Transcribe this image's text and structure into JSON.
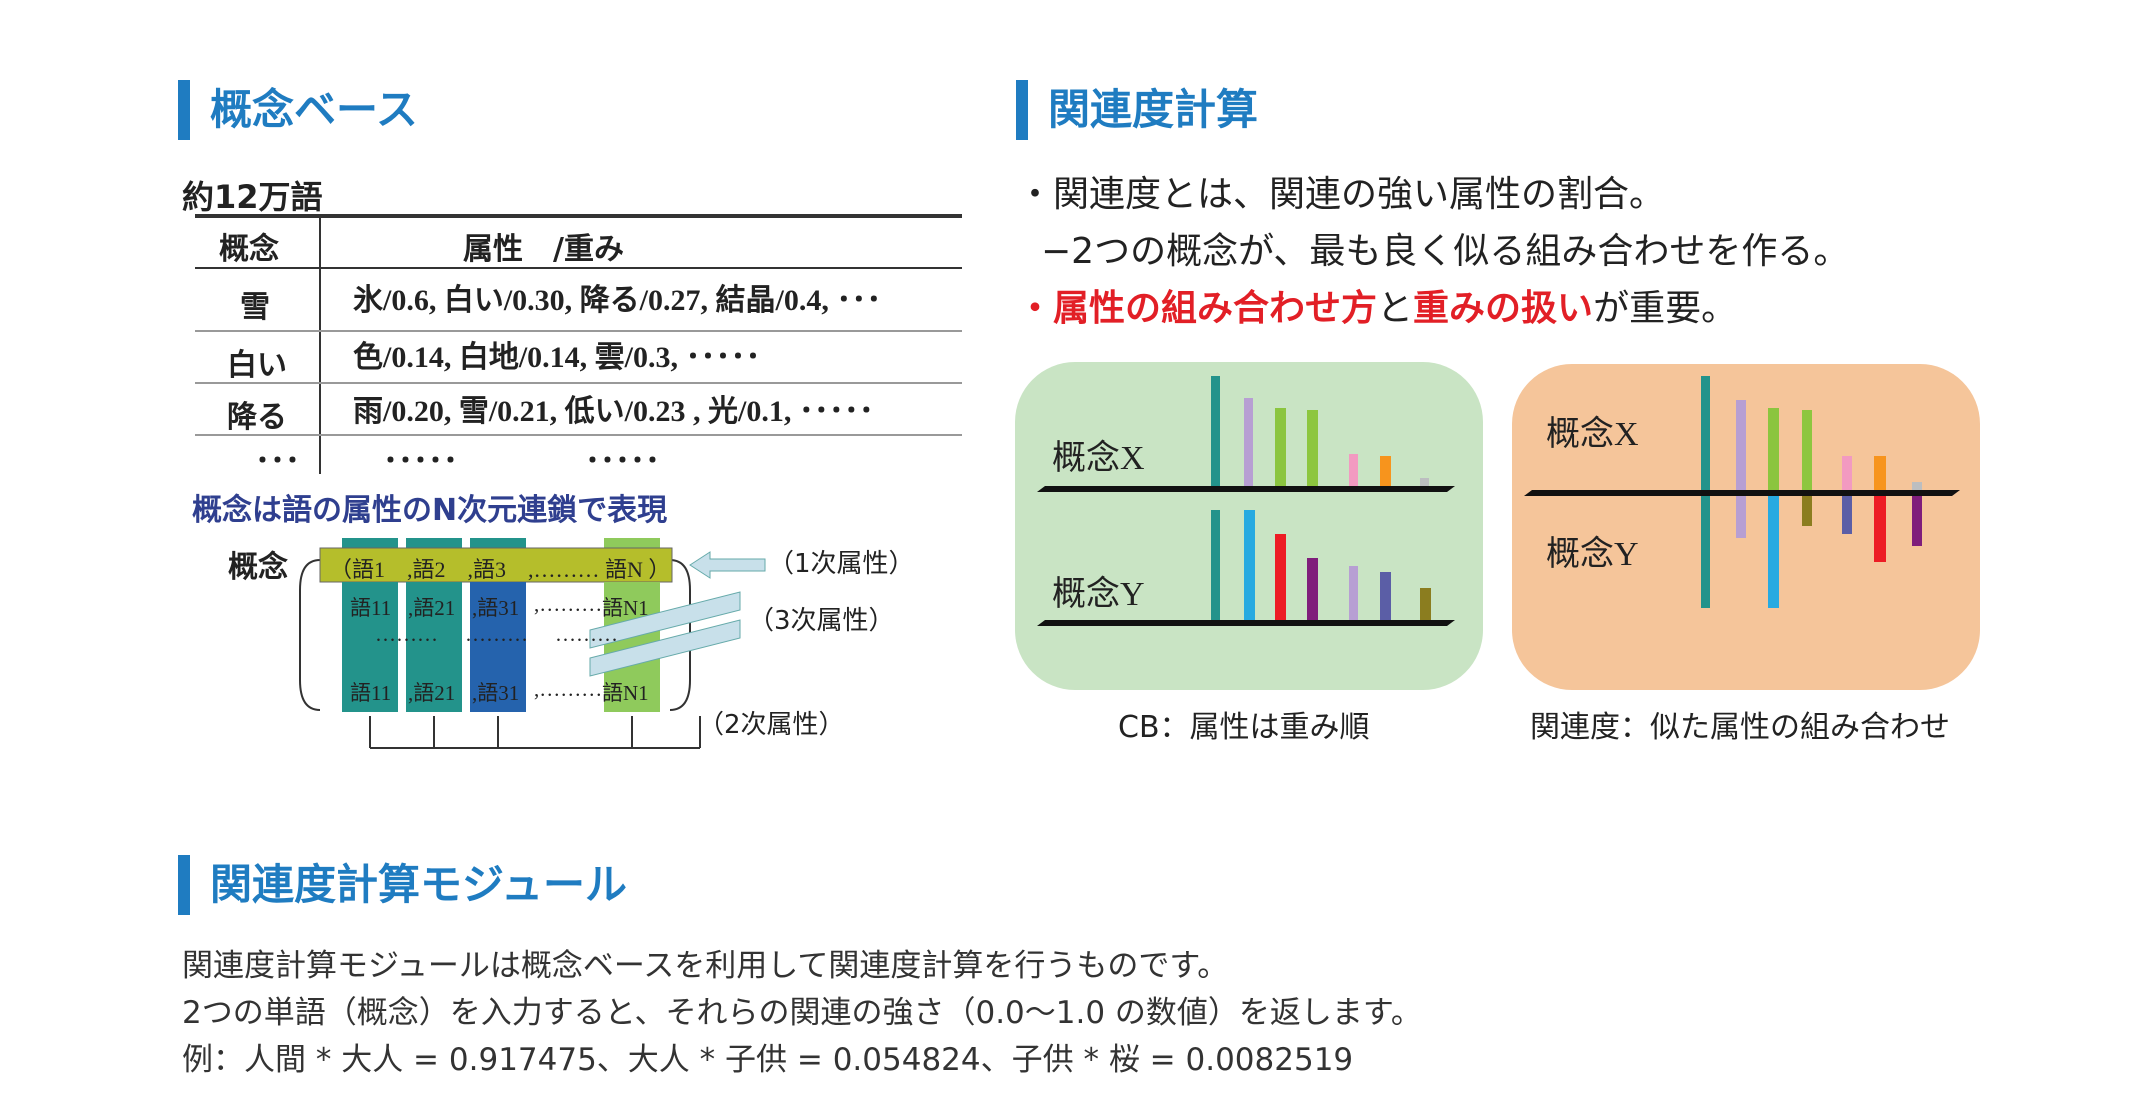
{
  "headings": {
    "concept_base": "概念ベース",
    "relatedness": "関連度計算",
    "module": "関連度計算モジュール"
  },
  "concept_base": {
    "count_label": "約12万語",
    "table": {
      "header_concept": "概念",
      "header_attr": "属性　/重み",
      "rows": [
        {
          "concept": "雪",
          "attrs": "氷/0.6, 白い/0.30, 降る/0.27, 結晶/0.4, ･･･"
        },
        {
          "concept": "白い",
          "attrs": "色/0.14, 白地/0.14, 雲/0.3, ･････"
        },
        {
          "concept": "降る",
          "attrs": "雨/0.20, 雪/0.21, 低い/0.23 , 光/0.1, ･････"
        }
      ],
      "ellipsis_concept": "･･･",
      "ellipsis_attr1": "･････",
      "ellipsis_attr2": "･････"
    },
    "caption": "概念は語の属性のN次元連鎖で表現",
    "diagram": {
      "concept_label": "概念",
      "row1": "（語1　,語2　,語3　,……… 語N ）",
      "row2_cols": [
        "語11",
        ",語21",
        ",語31",
        ",………",
        "語N1"
      ],
      "row3_dots": [
        "………",
        "………",
        "………"
      ],
      "row5_cols": [
        "語11",
        ",語21",
        ",語31",
        ",………",
        "語N1"
      ],
      "label_1st": "（1次属性）",
      "label_3rd": "（3次属性）",
      "label_2nd": "（2次属性）"
    }
  },
  "relatedness": {
    "bullet1": "・関連度とは、関連の強い属性の割合。",
    "bullet1_sub": "−2つの概念が、最も良く似る組み合わせを作る。",
    "bullet2_red1": "属性の組み合わせ方",
    "bullet2_mid": "と",
    "bullet2_red2": "重みの扱い",
    "bullet2_end": "が重要。",
    "bullet2_prefix": "・",
    "panels": [
      {
        "bg": "#c9e4c4",
        "caption": "CB：属性は重み順",
        "label_x": "概念X",
        "label_y": "概念Y"
      },
      {
        "bg": "#f5c59a",
        "caption": "関連度：似た属性の組み合わせ",
        "label_x": "概念X",
        "label_y": "概念Y"
      }
    ],
    "bar_colors": {
      "teal": "#23938b",
      "lavender": "#b79fd3",
      "green": "#8bc53f",
      "lime": "#8dc63f",
      "pink": "#f29ac1",
      "orange": "#f7941d",
      "grey": "#bcbec0",
      "cyan": "#27aae1",
      "red": "#ed1c24",
      "purple": "#7f1e7b",
      "slate": "#5b5ea6",
      "olive": "#8b7d1f"
    }
  },
  "module": {
    "line1": "関連度計算モジュールは概念ベースを利用して関連度計算を行うものです。",
    "line2": "2つの単語（概念）を入力すると、それらの関連の強さ（0.0〜1.0 の数値）を返します。",
    "line3": "例：人間 * 大人 = 0.917475、大人 * 子供 = 0.054824、子供 * 桜 = 0.0082519"
  }
}
